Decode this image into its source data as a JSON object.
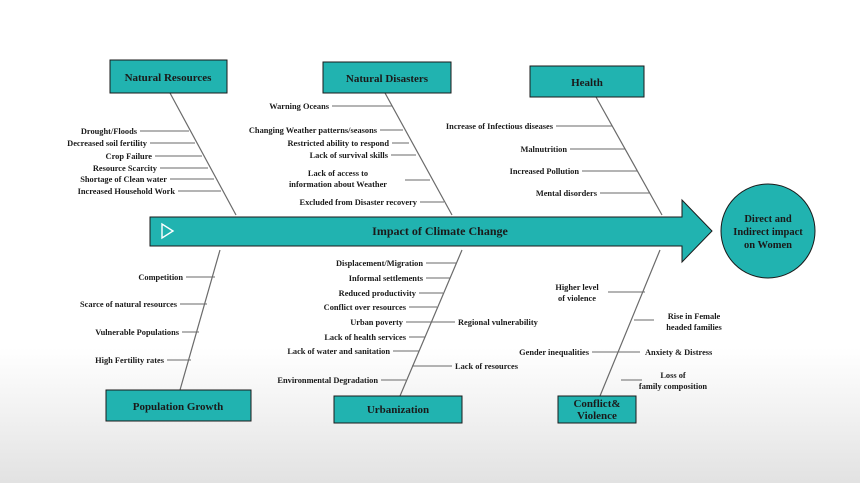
{
  "spine": {
    "label": "Impact of Climate Change",
    "color": "#21b3b0"
  },
  "outcome": {
    "lines": [
      "Direct and",
      "Indirect impact",
      "on Women"
    ],
    "color": "#21b3b0"
  },
  "categories": {
    "natural_resources": {
      "label": "Natural Resources",
      "causes": [
        "Drought/Floods",
        "Decreased soil fertility",
        "Crop Failure",
        "Resource Scarcity",
        "Shortage of Clean water",
        "Increased Household Work"
      ]
    },
    "natural_disasters": {
      "label": "Natural Disasters",
      "causes": [
        "Warning Oceans",
        "Changing Weather  patterns/seasons",
        "Restricted ability to respond",
        "Lack of survival skills",
        "Lack of access to",
        "information about Weather",
        "Excluded from Disaster recovery"
      ]
    },
    "health": {
      "label": "Health",
      "causes": [
        "Increase of Infectious diseases",
        "Malnutrition",
        "Increased Pollution",
        "Mental disorders"
      ]
    },
    "population_growth": {
      "label": "Population Growth",
      "causes": [
        "Competition",
        "Scarce  of  natural resources",
        "Vulnerable Populations",
        "High Fertility  rates"
      ]
    },
    "urbanization": {
      "label": "Urbanization",
      "causes": [
        "Displacement/Migration",
        "Informal settlements",
        "Reduced productivity",
        "Conflict over resources",
        "Urban poverty",
        "Regional vulnerability",
        "Lack of health services",
        "Lack of water and sanitation",
        "Lack of resources",
        "Environmental Degradation"
      ]
    },
    "conflict_violence": {
      "label_lines": [
        "Conflict&",
        "Violence"
      ],
      "causes": [
        "Higher level",
        "of violence",
        "Rise in Female",
        "headed families",
        "Gender inequalities",
        "Anxiety & Distress",
        "Loss of",
        "family composition"
      ]
    }
  }
}
